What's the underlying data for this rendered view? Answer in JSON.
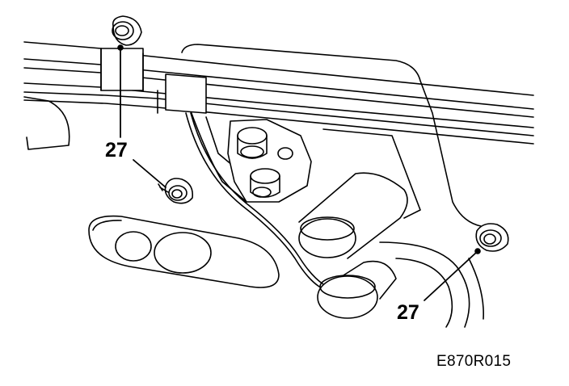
{
  "callouts": [
    {
      "label": "27"
    },
    {
      "label": "27"
    }
  ],
  "figure_code": "E870R015",
  "colors": {
    "line": "#000000",
    "background": "#ffffff"
  }
}
